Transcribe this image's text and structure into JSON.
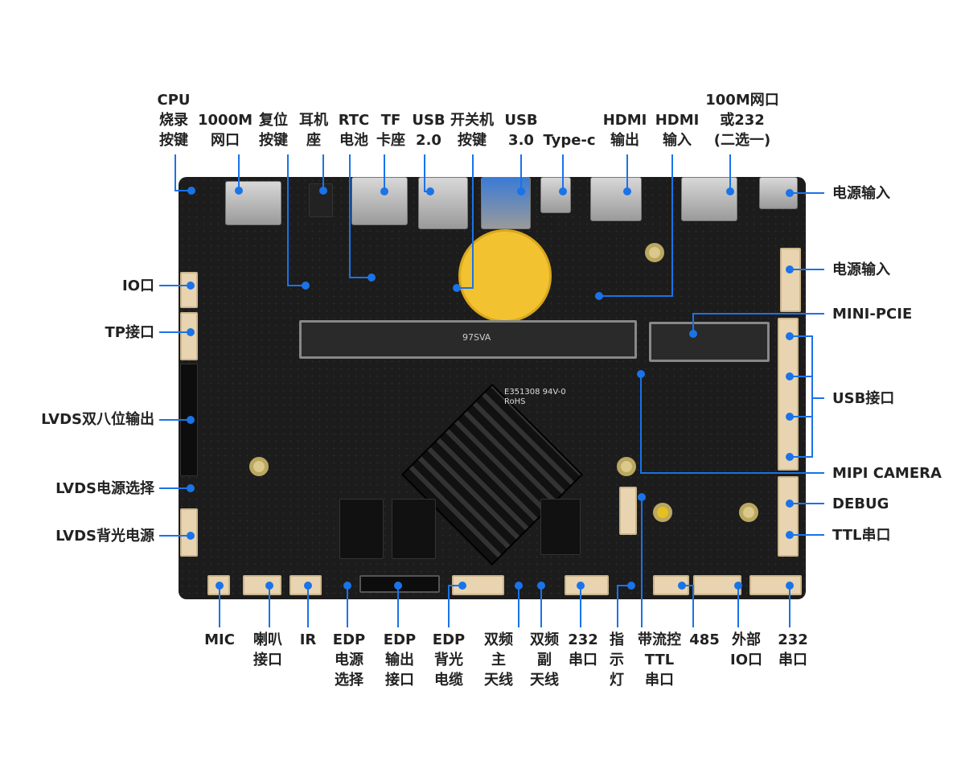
{
  "top_labels": [
    "CPU\n烧录\n按键",
    "1000M\n网口",
    "复位\n按键",
    "耳机\n座",
    "RTC\n电池",
    "TF\n卡座",
    "USB\n2.0",
    "开关机\n按键",
    "USB\n3.0",
    "Type-c",
    "HDMI\n输出",
    "HDMI\n输入",
    "100M网口\n或232\n(二选一)"
  ],
  "left_labels": [
    "IO口",
    "TP接口",
    "LVDS双八位输出",
    "LVDS电源选择",
    "LVDS背光电源"
  ],
  "right_labels": [
    "电源输入",
    "电源输入",
    "MINI-PCIE",
    "USB接口",
    "MIPI CAMERA",
    "DEBUG",
    "TTL串口"
  ],
  "bottom_labels": [
    "MIC",
    "喇叭\n接口",
    "IR",
    "EDP\n电源\n选择",
    "EDP\n输出\n接口",
    "EDP\n背光\n电缆",
    "双频\n主\n天线",
    "双频\n副\n天线",
    "232\n串口",
    "指\n示\n灯",
    "带流控\nTTL\n串口",
    "485",
    "外部\nIO口",
    "232\n串口"
  ],
  "board_text": {
    "heatsink_marking": "97SVA",
    "chip_marking": "E351308 94V-0 RoHS"
  },
  "colors": {
    "callout": "#1a73e8",
    "board": "#1c1c1c",
    "battery": "#f2c230"
  }
}
